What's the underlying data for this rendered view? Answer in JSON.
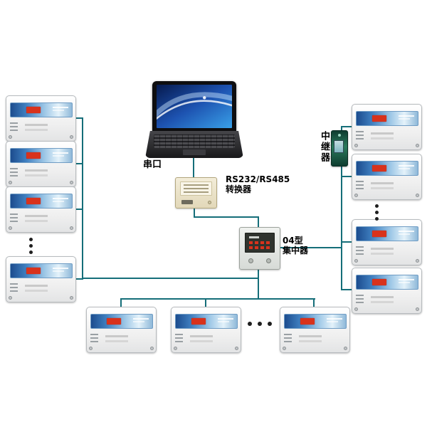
{
  "diagram": {
    "type": "network-topology",
    "labels": {
      "serial_port": "串口",
      "converter": [
        "RS232/RS485",
        "转换器"
      ],
      "concentrator": [
        "04型",
        "集中器"
      ],
      "repeater": "中继器"
    },
    "nodes": {
      "computer": "laptop",
      "left_controllers": 4,
      "right_controllers": 4,
      "bottom_controllers": 3,
      "ellipsis_groups": 3
    },
    "colors": {
      "connection_line": "#156e79",
      "panel_blue": "#3f7fc0",
      "display_red": "#d8321c",
      "converter_body": "#eae1c6",
      "concentrator_body": "#e0e3e0",
      "repeater_body": "#1f6b52",
      "laptop_screen": "#2a6fd4"
    }
  }
}
